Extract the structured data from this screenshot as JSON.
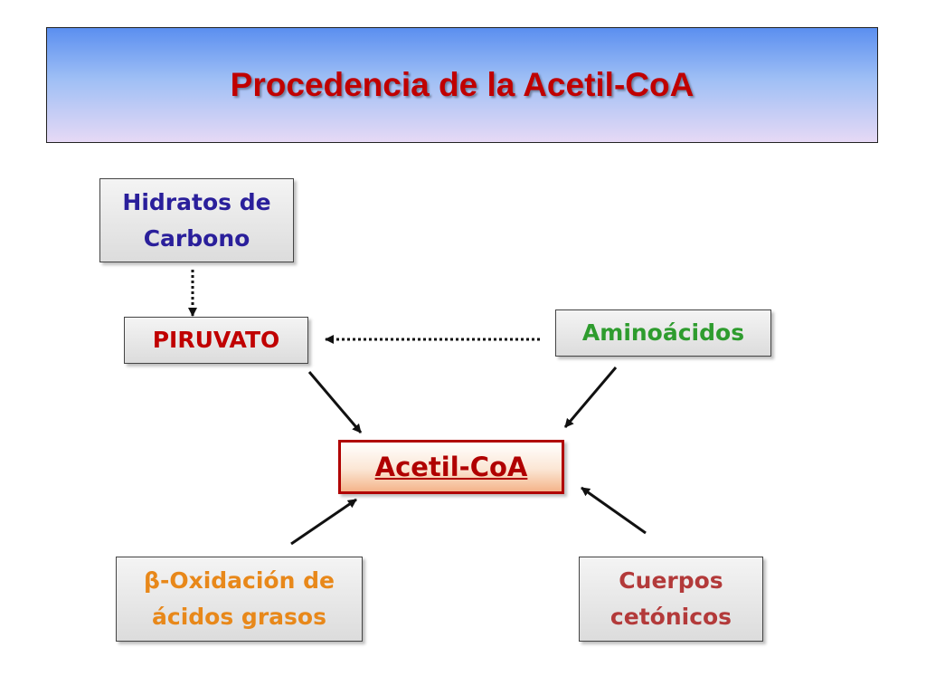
{
  "title": "Procedencia de la Acetil-CoA",
  "nodes": {
    "hidratos": [
      "Hidratos de",
      "Carbono"
    ],
    "piruvato": "PIRUVATO",
    "aminoacidos": "Aminoácidos",
    "acetil": "Acetil-CoA",
    "beta": [
      "β-Oxidación de",
      "ácidos grasos"
    ],
    "cuerpos": [
      "Cuerpos",
      "cetónicos"
    ]
  },
  "colors": {
    "title": "#c00000",
    "hidratos": "#2a1f9b",
    "piruvato": "#c00000",
    "aminoacidos": "#2e9c2e",
    "acetil": "#b00000",
    "beta": "#e8881a",
    "cuerpos": "#b33a3a"
  }
}
